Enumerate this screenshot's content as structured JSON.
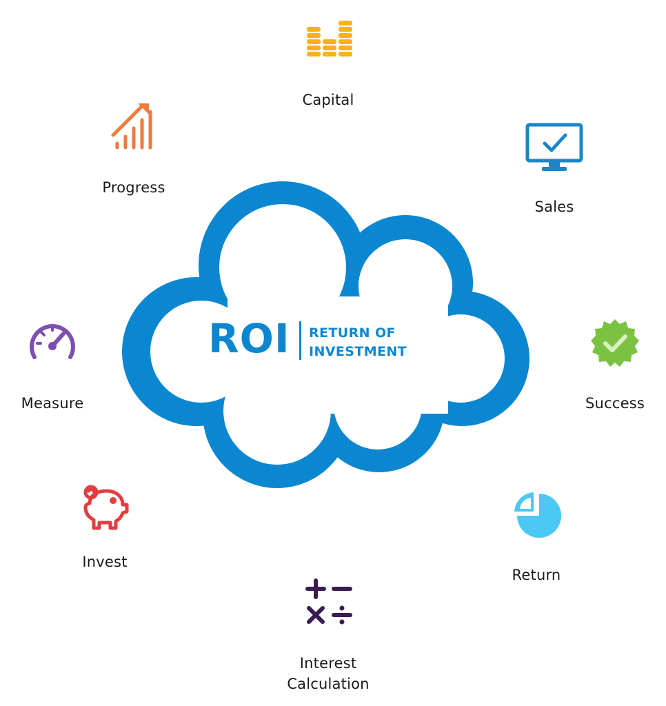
{
  "center": {
    "abbreviation": "ROI",
    "subtitle_line1": "RETURN OF",
    "subtitle_line2": "INVESTMENT"
  },
  "nodes": {
    "capital": "Capital",
    "sales": "Sales",
    "success": "Success",
    "return": "Return",
    "interest_line1": "Interest",
    "interest_line2": "Calculation",
    "invest": "Invest",
    "measure": "Measure",
    "progress": "Progress"
  },
  "icons": {
    "capital": "coin-stacks-icon",
    "sales": "monitor-check-icon",
    "success": "badge-check-icon",
    "return": "pie-chart-icon",
    "interest": "math-operators-icon",
    "invest": "piggy-bank-icon",
    "measure": "speedometer-icon",
    "progress": "growth-chart-icon"
  },
  "colors": {
    "cloud": "#0b87d1",
    "capital": "#f6b21b",
    "sales": "#1a86c9",
    "success": "#7cc242",
    "return": "#4cc8f4",
    "interest": "#3a1b52",
    "invest": "#e23e3e",
    "measure": "#7d4fb0",
    "progress": "#f07a3e"
  }
}
